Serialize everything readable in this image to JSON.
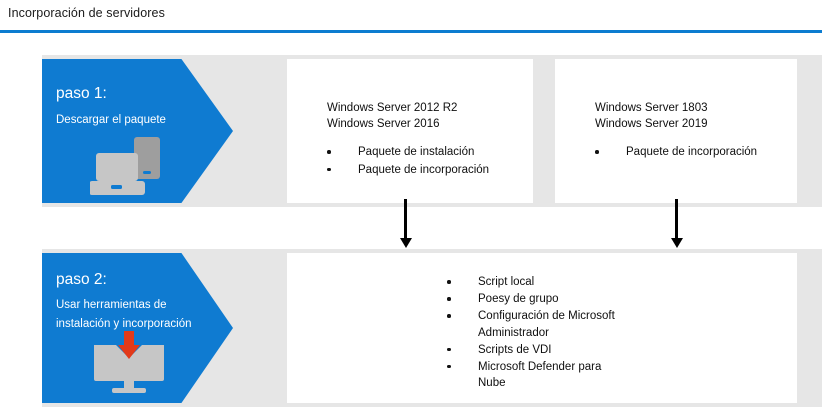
{
  "header": {
    "title": "Incorporación de servidores",
    "rule_color": "#0c7cd0"
  },
  "theme": {
    "accent_blue": "#0f7bd1",
    "band_grey": "#e6e6e6",
    "icon_grey": "#c6c6c6",
    "arrow_red": "#e23a1a",
    "box_white": "#ffffff",
    "text_dark": "#0f0f0f"
  },
  "steps": [
    {
      "heading": "paso 1:",
      "subtitle": "Descargar el paquete",
      "icon": "devices-download-icon"
    },
    {
      "heading": "paso 2:",
      "subtitle": "Usar herramientas de instalación y incorporación",
      "icon": "monitor-download-icon"
    }
  ],
  "boxes": {
    "legacy": {
      "os_lines": "Windows Server 2012 R2\nWindows Server 2016",
      "items": [
        "Paquete de instalación",
        "Paquete de incorporación"
      ]
    },
    "modern": {
      "os_lines": "Windows Server 1803\nWindows Server 2019",
      "items": [
        "Paquete de incorporación"
      ]
    },
    "tools": {
      "items": [
        "Script local",
        "Poesy de grupo",
        "Configuración de Microsoft\nAdministrador",
        "Scripts de VDI",
        "Microsoft Defender para\nNube"
      ]
    }
  },
  "connectors": [
    {
      "name": "arrow-legacy-to-tools",
      "direction": "down"
    },
    {
      "name": "arrow-modern-to-tools",
      "direction": "down"
    }
  ]
}
